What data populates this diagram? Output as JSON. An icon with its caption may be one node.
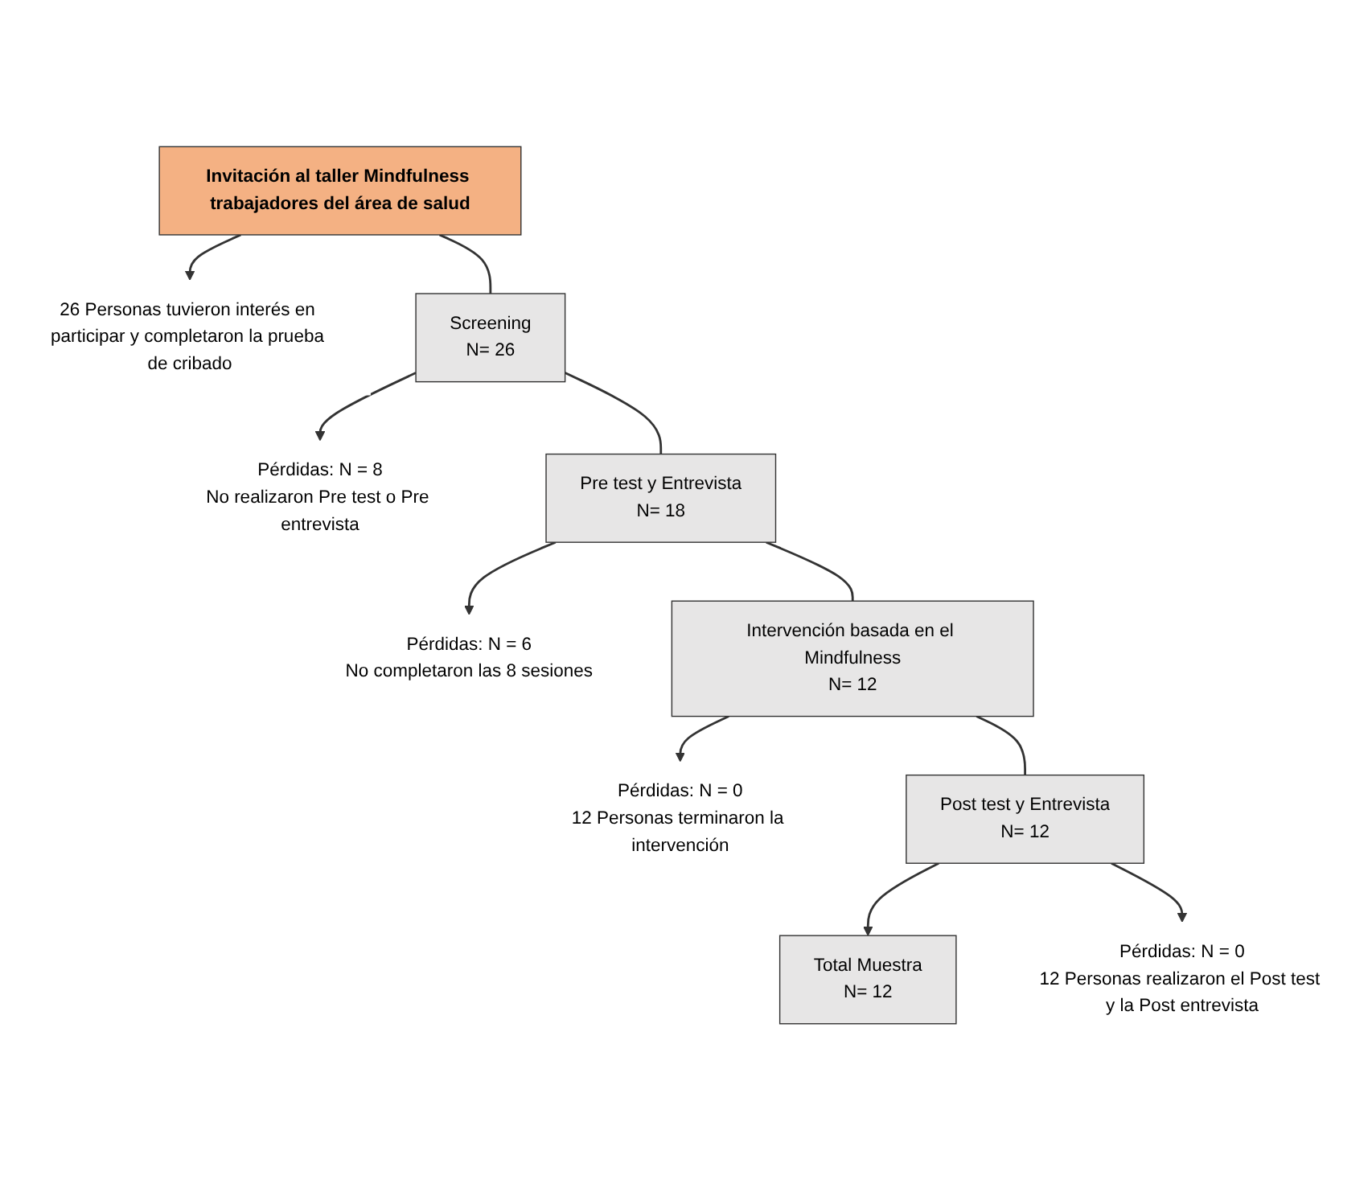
{
  "diagram": {
    "nodes": [
      {
        "text": [
          "Invitación al taller Mindfulness trabajadores del área de salud"
        ]
      },
      {
        "text": [
          "26 Personas tuvieron interés en participar y completaron la prueba de cribado"
        ]
      },
      {
        "text": [
          "Screening",
          "N= 26"
        ]
      },
      {
        "text": [
          "Pérdidas: N = 8",
          "No realizaron Pre test o Pre entrevista"
        ]
      },
      {
        "text": [
          "Pre test y Entrevista",
          "N= 18"
        ]
      },
      {
        "text": [
          "Pérdidas: N = 6",
          "No completaron las 8 sesiones"
        ]
      },
      {
        "text": [
          "Intervención basada en el Mindfulness",
          "N= 12"
        ]
      },
      {
        "text": [
          "Pérdidas: N = 0",
          "12 Personas terminaron la intervención"
        ]
      },
      {
        "text": [
          "Post test y Entrevista",
          "N= 12"
        ]
      },
      {
        "text": [
          "Pérdidas: N = 0",
          "12 Personas realizaron el Post test y la Post entrevista"
        ]
      },
      {
        "text": [
          "Total Muestra",
          "N= 12"
        ]
      }
    ],
    "edges": [
      {
        "from": 0,
        "to": 2,
        "arrow": "none"
      },
      {
        "from": 0,
        "to": 1,
        "arrow": "to"
      },
      {
        "from": 2,
        "to": 4,
        "arrow": "none"
      },
      {
        "from": 2,
        "to": 3,
        "arrow": "to"
      },
      {
        "from": 4,
        "to": 6,
        "arrow": "none"
      },
      {
        "from": 4,
        "to": 5,
        "arrow": "to"
      },
      {
        "from": 6,
        "to": 8,
        "arrow": "none"
      },
      {
        "from": 6,
        "to": 7,
        "arrow": "to"
      },
      {
        "from": 8,
        "to": 10,
        "arrow": "to"
      },
      {
        "from": 8,
        "to": 9,
        "arrow": "to"
      }
    ]
  }
}
